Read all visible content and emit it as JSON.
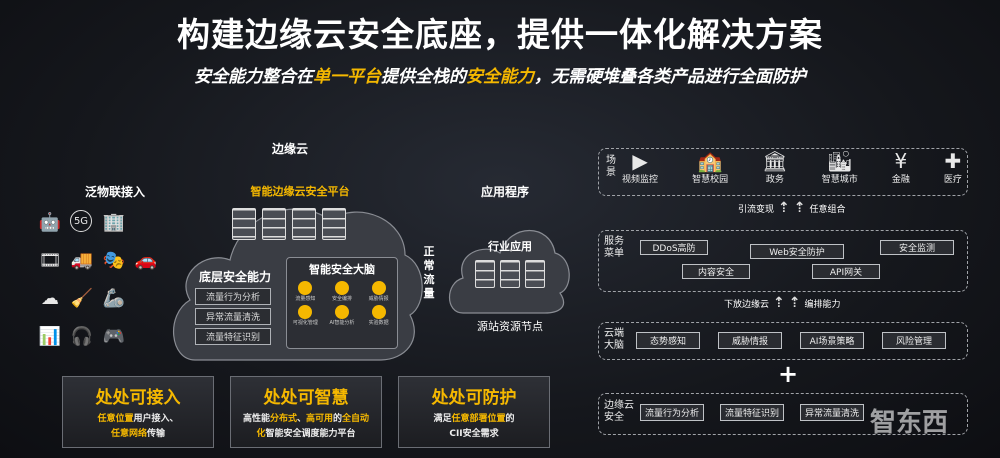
{
  "title": "构建边缘云安全底座，提供一体化解决方案",
  "subtitle": {
    "p1": "安全能力整合在",
    "h1": "单一平台",
    "p2": "提供全栈的",
    "h2": "安全能力",
    "p3": "，无需硬堆叠各类产品进行全面防护"
  },
  "left": {
    "iot_title": "泛物联接入",
    "cloud_title": "边缘云",
    "platform_title": "智能边缘云安全平台",
    "base_title": "底层安全能力",
    "base_items": [
      "流量行为分析",
      "异常流量清洗",
      "流量特征识别"
    ],
    "brain_title": "智能安全大脑",
    "brain_items": [
      "流量感知",
      "安全编排",
      "威胁情报",
      "可视化管理",
      "AI智能分析",
      "实验数据"
    ],
    "flow_label": "正常流量",
    "app_title": "应用程序",
    "app_cloud": "行业应用",
    "origin": "源站资源节点"
  },
  "features": [
    {
      "head": "处处可接入",
      "lines": [
        [
          "任意位置",
          "用户接入、"
        ],
        [
          "任意网络",
          "传输"
        ]
      ]
    },
    {
      "head": "处处可智慧",
      "lines": [
        [
          "",
          "高性能"
        ],
        [
          "分布式",
          "、"
        ],
        [
          "高可用",
          "的"
        ],
        [
          "全自动",
          ""
        ]
      ],
      "line2": [
        [
          "化",
          "智能安全调度能力平台"
        ]
      ]
    },
    {
      "head": "处处可防护",
      "lines": [
        [
          "",
          "满足"
        ],
        [
          "任意部署位置",
          "的"
        ]
      ],
      "line2": [
        [
          "",
          "CII安全需求"
        ]
      ]
    }
  ],
  "right": {
    "scene_label": "场景",
    "scenes": [
      {
        "icon": "video-icon",
        "label": "视频监控"
      },
      {
        "icon": "campus-icon",
        "label": "智慧校园"
      },
      {
        "icon": "government-icon",
        "label": "政务"
      },
      {
        "icon": "city-icon",
        "label": "智慧城市"
      },
      {
        "icon": "finance-icon",
        "label": "金融"
      },
      {
        "icon": "medical-icon",
        "label": "医疗"
      }
    ],
    "arrow1_left": "引流变现",
    "arrow1_right": "任意组合",
    "service_label": "服务菜单",
    "services": [
      "DDoS高防",
      "Web安全防护",
      "安全监测",
      "内容安全",
      "API网关"
    ],
    "arrow2_left": "下放边缘云",
    "arrow2_right": "编排能力",
    "brain_label": "云端大脑",
    "brain_items": [
      "态势感知",
      "威胁情报",
      "AI场景策略",
      "风险管理"
    ],
    "plus": "+",
    "edge_label": "边缘云安全",
    "edge_items": [
      "流量行为分析",
      "流量特征识别",
      "异常流量清洗"
    ]
  },
  "watermark": "智东西",
  "colors": {
    "accent": "#f5b800",
    "background": "#15171c"
  }
}
